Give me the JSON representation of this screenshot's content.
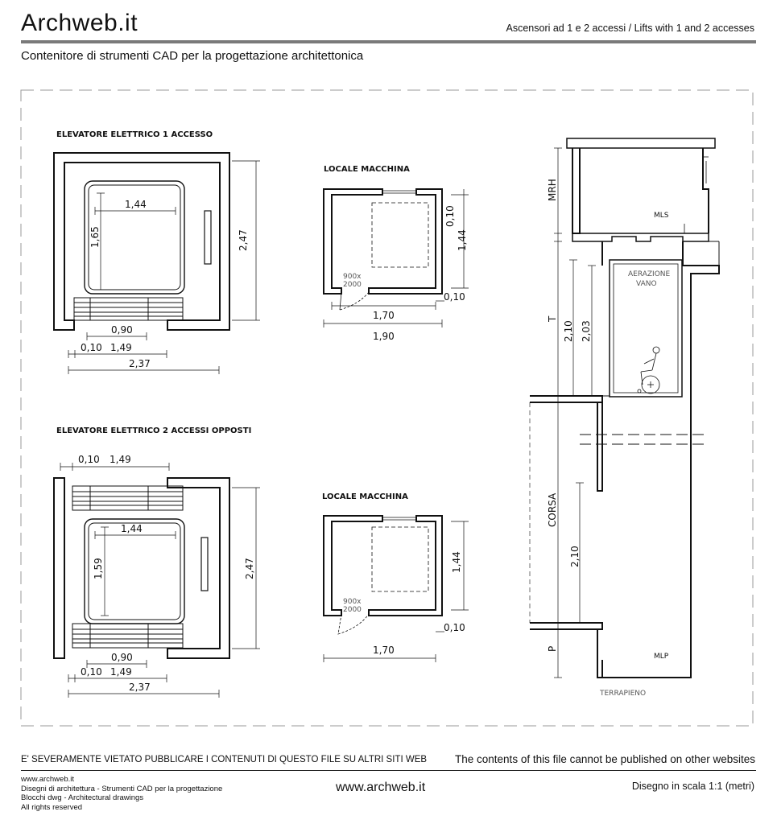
{
  "header": {
    "logo": "Archweb.it",
    "title": "Ascensori ad 1 e 2 accessi  /  Lifts with 1 and 2 accesses",
    "subtitle": "Contenitore di strumenti CAD per la progettazione architettonica"
  },
  "plan1": {
    "title": "ELEVATORE ELETTRICO 1 ACCESSO",
    "dim_width": "1,44",
    "dim_height": "1,65",
    "dim_outer_height": "2,47",
    "dim_door": "0,90",
    "dim_wall": "0,10",
    "dim_shaft": "1,49",
    "dim_total": "2,37"
  },
  "plan2": {
    "title": "ELEVATORE ELETTRICO 2 ACCESSI OPPOSTI",
    "dim_wall_top": "0,10",
    "dim_shaft_top": "1,49",
    "dim_width": "1,44",
    "dim_height": "1,59",
    "dim_outer_height": "2,47",
    "dim_door": "0,90",
    "dim_wall": "0,10",
    "dim_shaft": "1,49",
    "dim_total": "2,37"
  },
  "machine1": {
    "title": "LOCALE MACCHINA",
    "dim_top": "0,10",
    "dim_height": "1,44",
    "dim_bottom": "0,10",
    "door_line1": "900x",
    "door_line2": "2000",
    "dim_inner": "1,70",
    "dim_outer": "1,90"
  },
  "machine2": {
    "title": "LOCALE MACCHINA",
    "dim_height": "1,44",
    "dim_bottom": "0,10",
    "door_line1": "900x",
    "door_line2": "2000",
    "dim_inner": "1,70"
  },
  "section": {
    "label_mrh": "MRH",
    "label_mls": "MLS",
    "label_vent_1": "AERAZIONE",
    "label_vent_2": "VANO",
    "label_t": "T",
    "dim_210_top": "2,10",
    "dim_203": "2,03",
    "label_corsa": "CORSA",
    "dim_210_bottom": "2,10",
    "label_p": "P",
    "label_mlp": "MLP",
    "label_ground": "TERRAPIENO"
  },
  "footer": {
    "warning_it": "E' SEVERAMENTE VIETATO PUBBLICARE I CONTENUTI DI QUESTO FILE SU ALTRI SITI WEB",
    "warning_en": "The contents of this file cannot be published on other websites",
    "left_line1": "www.archweb.it",
    "left_line2": "Disegni di architettura - Strumenti CAD  per la progettazione",
    "left_line3": "Blocchi dwg - Architectural drawings",
    "left_line4": "All rights reserved",
    "center": "www.archweb.it",
    "scale": "Disegno in scala 1:1 (metri)"
  }
}
